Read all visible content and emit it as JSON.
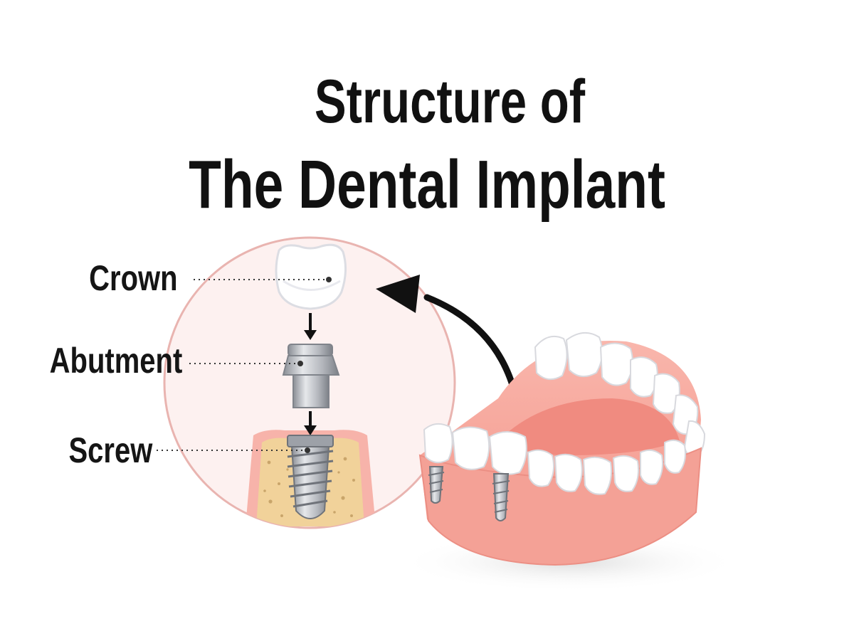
{
  "title": {
    "line1": "Structure of",
    "line2": "The Dental Implant"
  },
  "labels": {
    "crown": "Crown",
    "abutment": "Abutment",
    "screw": "Screw"
  },
  "colors": {
    "circle_fill": "#fdf1f0",
    "circle_stroke": "#e9b4b0",
    "gum": "#f7a79d",
    "gum_dark": "#ee8a80",
    "tooth": "#ffffff",
    "bone": "#f1d29a",
    "metal": "#b9bcc2",
    "text": "#111111"
  }
}
